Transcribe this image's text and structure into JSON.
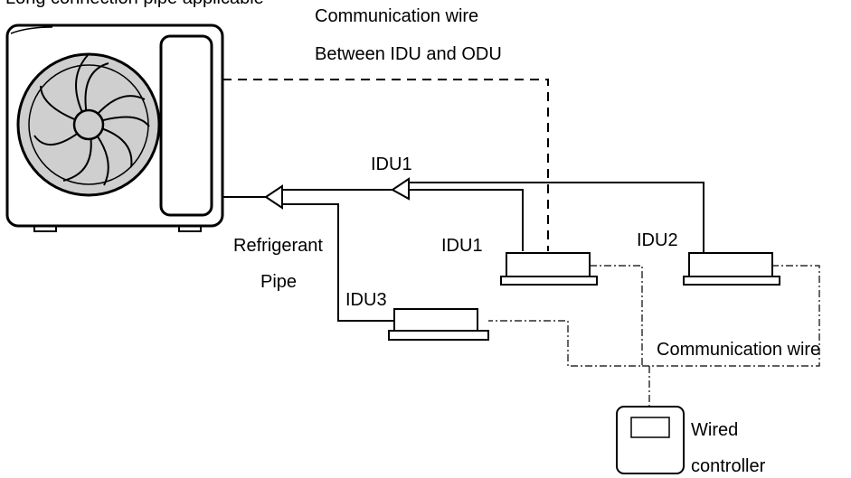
{
  "labels": {
    "top_cut_text": "Long connection pipe applicable",
    "comm_wire_top_line1": "Communication wire",
    "comm_wire_top_line2": "Between IDU and ODU",
    "idu1_branch": "IDU1",
    "idu1_unit": "IDU1",
    "idu2_unit": "IDU2",
    "idu3_unit": "IDU3",
    "refrigerant_line1": "Refrigerant",
    "refrigerant_line2": "Pipe",
    "comm_wire_bottom": "Communication wire",
    "wired_controller_line1": "Wired",
    "wired_controller_line2": "controller"
  },
  "icons": {
    "outdoor_unit": "outdoor-unit-icon",
    "fan": "fan-icon",
    "indoor_unit": "ceiling-duct-unit-icon",
    "controller": "wired-controller-icon",
    "branch_joint": "refrigerant-branch-joint-icon"
  },
  "line_styles": {
    "refrigerant_pipe": "solid",
    "odu_idu_comm": "dashed",
    "idu_comm": "dash-dot"
  },
  "colors": {
    "line": "#000000",
    "fan_fill": "#cfcfcf",
    "background": "#ffffff"
  }
}
